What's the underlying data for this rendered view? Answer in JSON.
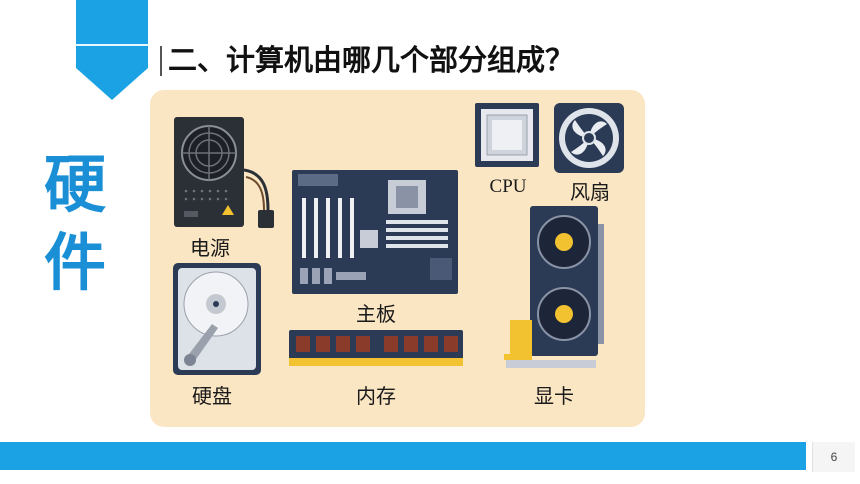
{
  "slide": {
    "title": "二、计算机由哪几个部分组成？",
    "side_label_line1": "硬",
    "side_label_line2": "件",
    "page_number": "6"
  },
  "components": {
    "power_supply": {
      "label": "电源",
      "icon": "power-supply-icon"
    },
    "motherboard": {
      "label": "主板",
      "icon": "motherboard-icon"
    },
    "cpu": {
      "label": "CPU",
      "icon": "cpu-icon"
    },
    "fan": {
      "label": "风扇",
      "icon": "fan-icon"
    },
    "hard_disk": {
      "label": "硬盘",
      "icon": "hard-disk-icon"
    },
    "memory": {
      "label": "内存",
      "icon": "memory-module-icon"
    },
    "graphics_card": {
      "label": "显卡",
      "icon": "graphics-card-icon"
    }
  },
  "colors": {
    "accent_blue": "#1aa2e4",
    "side_label": "#1b8fd6",
    "panel_background": "#fbe6c4",
    "component_navy": "#2b3a55"
  }
}
